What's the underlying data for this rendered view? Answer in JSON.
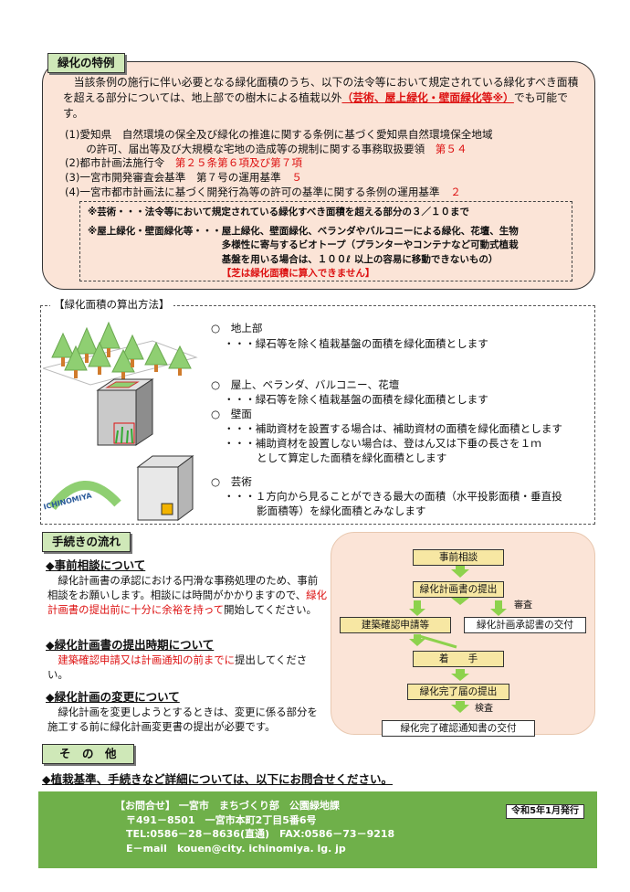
{
  "section1": {
    "title": "緑化の特例",
    "intro_1": "　当該条例の施行に伴い必要となる緑化面積のうち、以下の法令等において規定されている緑化すべき面積を超える部分については、地上部での樹木による植栽以外",
    "intro_link": "（芸術、屋上緑化・壁面緑化等※）",
    "intro_2": "でも可能です。",
    "items": [
      {
        "text": "(1)愛知県　自然環境の保全及び緑化の推進に関する条例に基づく愛知県自然環境保全地域",
        "red": ""
      },
      {
        "text": "　　の許可、届出等及び大規模な宅地の造成等の規制に関する事務取扱要領　",
        "red": "第５４"
      },
      {
        "text": "(2)都市計画法施行令　",
        "red": "第２５条第６項及び第７項"
      },
      {
        "text": "(3)一宮市開発審査会基準　第７号の運用基準　",
        "red": "５"
      },
      {
        "text": "(4)一宮市都市計画法に基づく開発行為等の許可の基準に関する条例の運用基準　",
        "red": "２"
      }
    ],
    "note1": "※芸術・・・法令等において規定されている緑化すべき面積を超える部分の３／１０まで",
    "note2_label": "※屋上緑化・壁面緑化等・・・",
    "note2_lines": [
      "屋上緑化、壁面緑化、ベランダやバルコニーによる緑化、花壇、生物",
      "多様性に寄与するビオトープ（プランターやコンテナなど可動式植栽",
      "基盤を用いる場合は、１００ℓ 以上の容易に移動できないもの）"
    ],
    "note2_red": "【芝は緑化面積に算入できません】"
  },
  "section2": {
    "title": "【緑化面積の算出方法】",
    "ground_title": "○　地上部",
    "ground_desc": "・・・緑石等を除く植栽基盤の面積を緑化面積とします",
    "roof_title": "○　屋上、ベランダ、バルコニー、花壇",
    "roof_desc": "・・・緑石等を除く植栽基盤の面積を緑化面積とします",
    "wall_title": "○　壁面",
    "wall_desc1": "・・・補助資材を設置する場合は、補助資材の面積を緑化面積とします",
    "wall_desc2": "・・・補助資材を設置しない場合は、登はん又は下垂の長さを１ｍ",
    "wall_desc3": "として算定した面積を緑化面積とします",
    "art_title": "○　芸術",
    "art_desc1": "・・・１方向から見ることができる最大の面積（水平投影面積・垂直投",
    "art_desc2": "影面積等）を緑化面積とみなします",
    "art_label": "ICHINOMIYA"
  },
  "section3": {
    "title": "手続きの流れ",
    "h1": "◆事前相談について",
    "p1a": "　緑化計画書の承認における円滑な事務処理のため、事前相談をお願いします。相談には時間がかかりますので、",
    "p1red": "緑化計画書の提出前に十分に余裕を持って",
    "p1b": "開始してください。",
    "h2": "◆緑化計画書の提出時期について",
    "p2red": "　建築確認申請又は計画通知の前までに",
    "p2b": "提出してください。",
    "h3": "◆緑化計画の変更について",
    "p3": "　緑化計画を変更しようとするときは、変更に係る部分を施工する前に緑化計画変更書の提出が必要です。",
    "flow": {
      "step1": "事前相談",
      "step2": "緑化計画書の提出",
      "review": "審査",
      "left": "建築確認申請等",
      "right": "緑化計画承認書の交付",
      "start": "着　　手",
      "finish": "緑化完了届の提出",
      "inspect": "検査",
      "final": "緑化完了確認通知書の交付"
    }
  },
  "section4": {
    "title": "そ　の　他",
    "text": "◆植栽基準、手続きなど詳細については、以下にお問合せください。"
  },
  "footer": {
    "line1": "【お問合せ】 一宮市　まちづくり部　公園緑地課",
    "line2": "〒491－8501　一宮市本町2丁目5番6号",
    "line3": "TEL:0586－28－8636(直通)　FAX:0586－73－9218",
    "line4": "E－mail　kouen@city. ichinomiya. lg. jp",
    "date": "令和5年1月発行"
  },
  "colors": {
    "accent_green": "#6fb04a",
    "salmon": "#fbe4d7",
    "tag_green": "#cfe8b8",
    "red": "#dd1111",
    "flow_yellow": "#f7e7a3"
  }
}
